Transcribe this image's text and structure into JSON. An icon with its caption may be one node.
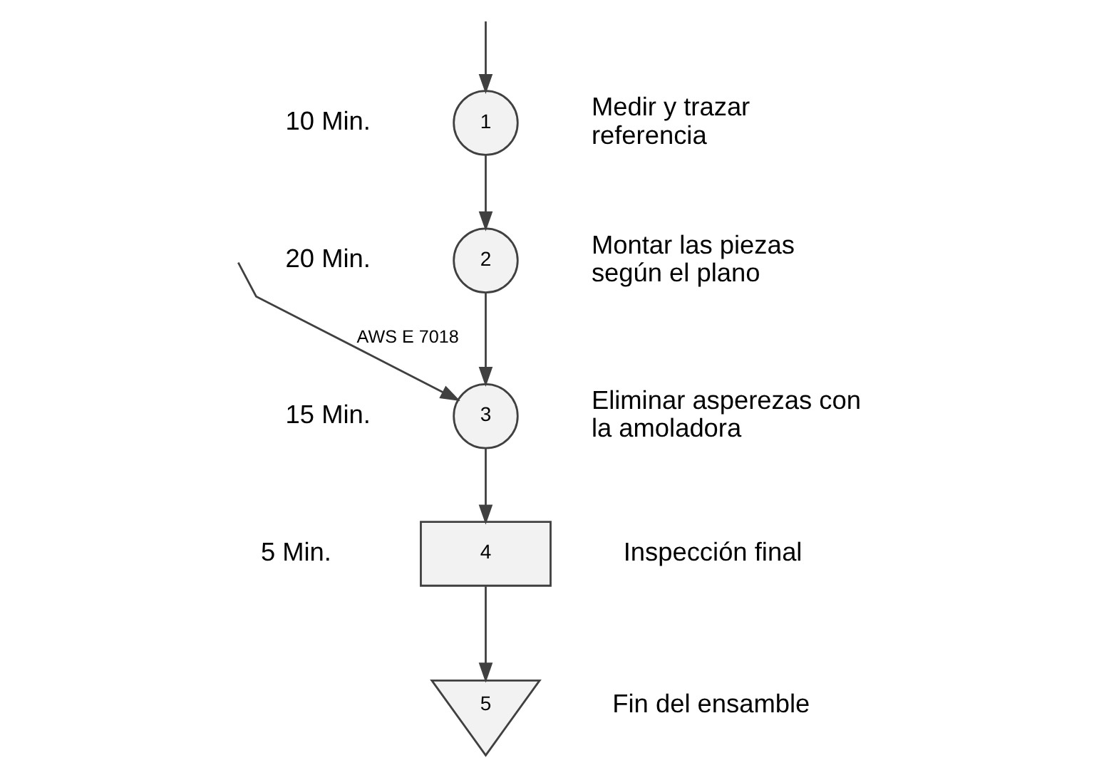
{
  "diagram": {
    "nodes": [
      {
        "text": [
          "1"
        ],
        "beside": [
          "10 Min.",
          "Medir y trazar referencia"
        ]
      },
      {
        "text": [
          "2"
        ],
        "beside": [
          "20 Min.",
          "Montar las piezas según el plano"
        ]
      },
      {
        "text": [
          "3"
        ],
        "beside": [
          "15 Min.",
          "Eliminar asperezas con la amoladora"
        ]
      },
      {
        "text": [
          "4"
        ],
        "beside": [
          "5 Min.",
          "Inspección final"
        ]
      },
      {
        "text": [
          "5"
        ],
        "beside": [
          "Fin del ensamble"
        ]
      }
    ],
    "edges": [
      {
        "from": null,
        "to": 0,
        "arrow": "to"
      },
      {
        "from": 0,
        "to": 1,
        "arrow": "to"
      },
      {
        "from": null,
        "to": 2,
        "arrow": "to",
        "label": "AWS E 7018"
      },
      {
        "from": 1,
        "to": 2,
        "arrow": "to"
      },
      {
        "from": 2,
        "to": 3,
        "arrow": "to"
      },
      {
        "from": 3,
        "to": 4,
        "arrow": "to"
      }
    ]
  }
}
